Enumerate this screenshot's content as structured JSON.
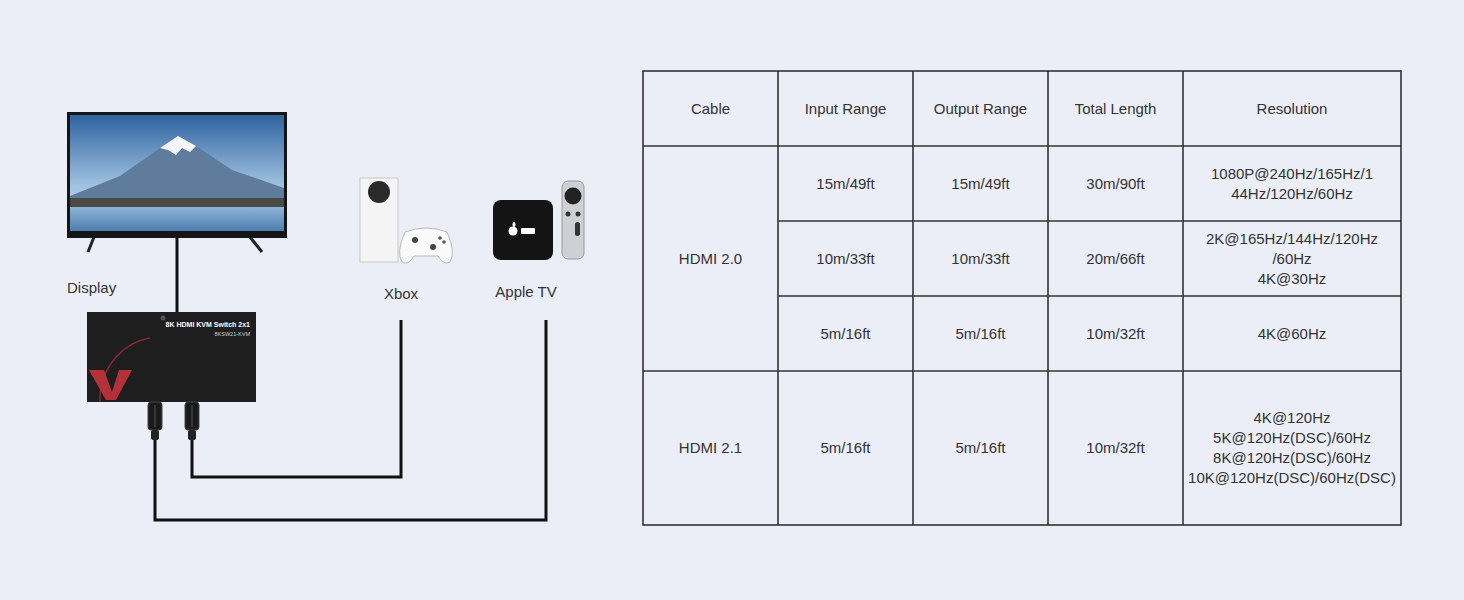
{
  "diagram": {
    "nodes": [
      {
        "text": [
          "Display"
        ]
      },
      {
        "text": [
          "8K HDMI KVM Switch 2x1",
          "8KSW21-KVM"
        ]
      },
      {
        "text": [
          "Xbox"
        ]
      },
      {
        "text": [
          "Apple TV"
        ]
      }
    ],
    "edges": [
      {
        "from": 0,
        "to": 1,
        "arrow": "none"
      },
      {
        "from": 2,
        "to": 1,
        "arrow": "none"
      },
      {
        "from": 3,
        "to": 1,
        "arrow": "none"
      }
    ],
    "labels": [
      "Cable",
      "Input Range",
      "Output Range",
      "Total Length",
      "Resolution",
      "HDMI 2.0",
      "15m/49ft",
      "15m/49ft",
      "30m/90ft",
      "1080P@240Hz/165Hz/1 44Hz/120Hz/60Hz",
      "10m/33ft",
      "10m/33ft",
      "20m/66ft",
      "2K@165Hz/144Hz/120Hz /60Hz",
      "4K@30Hz",
      "5m/16ft",
      "5m/16ft",
      "10m/32ft",
      "4K@60Hz",
      "HDMI 2.1",
      "5m/16ft",
      "5m/16ft",
      "10m/32ft",
      "4K@120Hz",
      "5K@120Hz(DSC)/60Hz",
      "8K@120Hz(DSC)/60Hz",
      "10K@120Hz(DSC)/60Hz(DSC)"
    ]
  }
}
